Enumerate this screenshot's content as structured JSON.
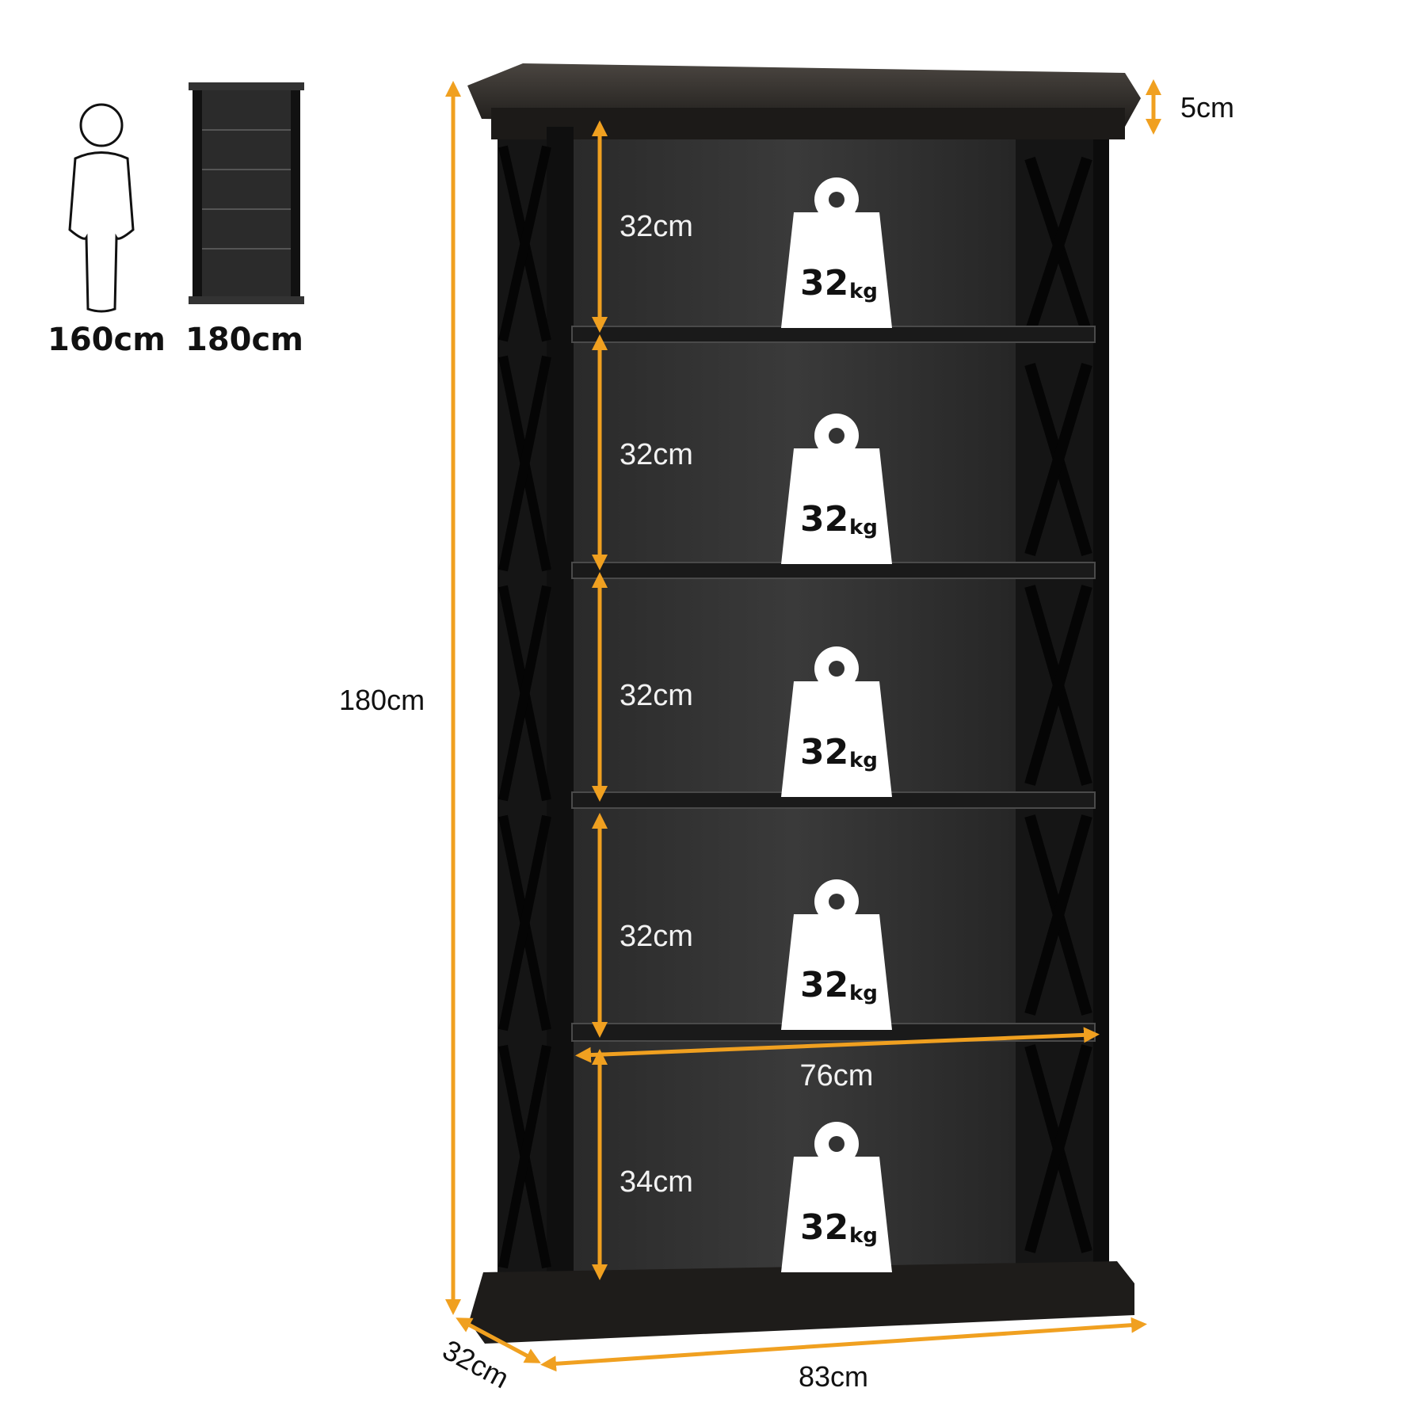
{
  "comparison": {
    "person_height": "160cm",
    "shelf_height": "180cm"
  },
  "dimensions": {
    "total_height": "180cm",
    "top_trim": "5cm",
    "depth": "32cm",
    "width": "83cm",
    "inner_width": "76cm"
  },
  "tiers": [
    {
      "height": "32cm",
      "load_value": "32",
      "load_unit": "kg"
    },
    {
      "height": "32cm",
      "load_value": "32",
      "load_unit": "kg"
    },
    {
      "height": "32cm",
      "load_value": "32",
      "load_unit": "kg"
    },
    {
      "height": "32cm",
      "load_value": "32",
      "load_unit": "kg"
    },
    {
      "height": "34cm",
      "load_value": "32",
      "load_unit": "kg"
    }
  ],
  "colors": {
    "accent": "#f0a020",
    "frame": "#1b1b1b",
    "panel": "#2e2e2e",
    "weight_icon": "#ffffff"
  },
  "icons": [
    "person-outline-icon",
    "bookshelf-thumbnail-icon",
    "weight-icon"
  ]
}
